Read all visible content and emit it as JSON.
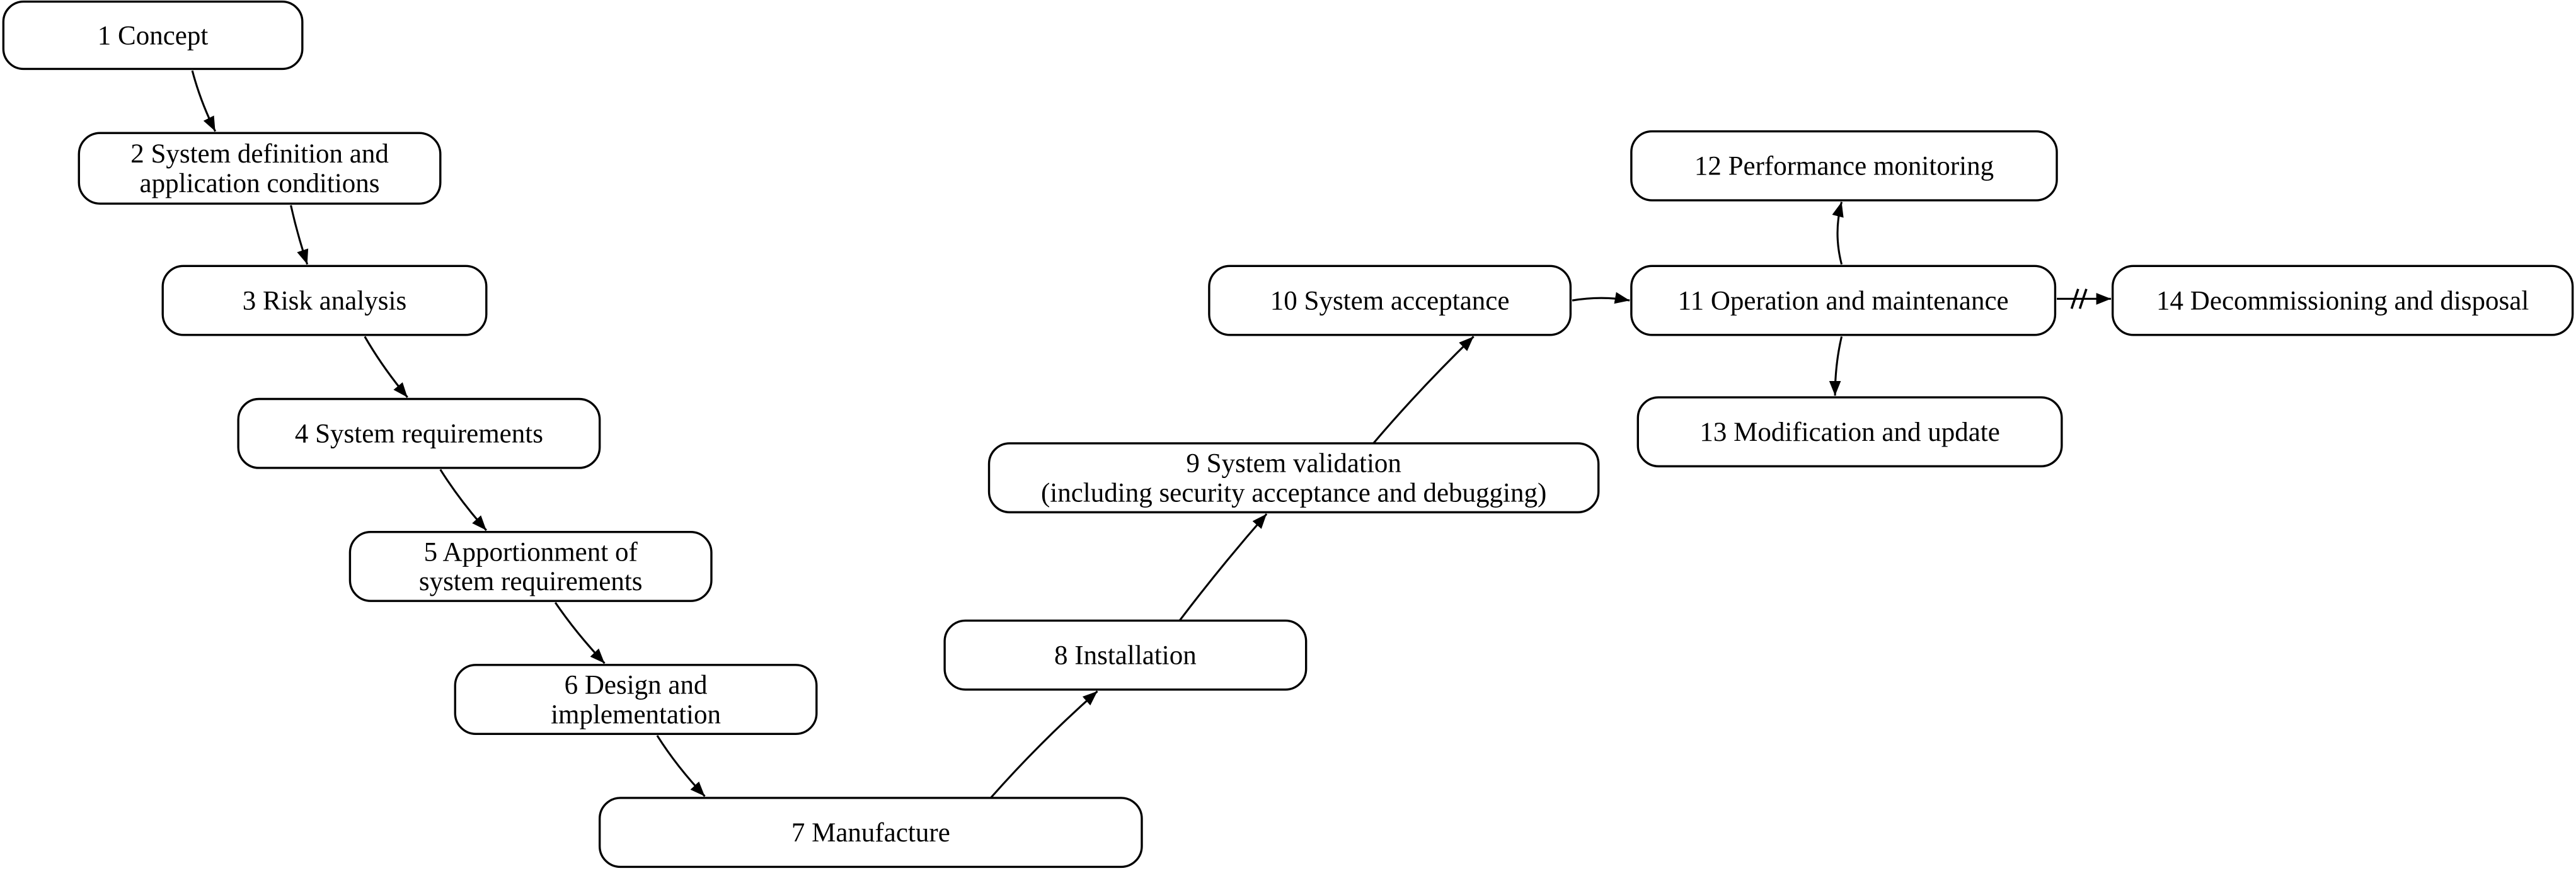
{
  "diagram": {
    "nodes": [
      {
        "id": "1",
        "lines": [
          "1 Concept"
        ]
      },
      {
        "id": "2",
        "lines": [
          "2 System definition and",
          "application conditions"
        ]
      },
      {
        "id": "3",
        "lines": [
          "3 Risk analysis"
        ]
      },
      {
        "id": "4",
        "lines": [
          "4 System requirements"
        ]
      },
      {
        "id": "5",
        "lines": [
          "5 Apportionment of",
          "system requirements"
        ]
      },
      {
        "id": "6",
        "lines": [
          "6 Design and",
          "implementation"
        ]
      },
      {
        "id": "7",
        "lines": [
          "7 Manufacture"
        ]
      },
      {
        "id": "8",
        "lines": [
          "8 Installation"
        ]
      },
      {
        "id": "9",
        "lines": [
          "9 System validation",
          "(including security acceptance and debugging)"
        ]
      },
      {
        "id": "10",
        "lines": [
          "10 System acceptance"
        ]
      },
      {
        "id": "11",
        "lines": [
          "11 Operation and maintenance"
        ]
      },
      {
        "id": "12",
        "lines": [
          "12 Performance monitoring"
        ]
      },
      {
        "id": "13",
        "lines": [
          "13 Modification and update"
        ]
      },
      {
        "id": "14",
        "lines": [
          "14 Decommissioning and disposal"
        ]
      }
    ],
    "edges": [
      {
        "from": "1",
        "to": "2"
      },
      {
        "from": "2",
        "to": "3"
      },
      {
        "from": "3",
        "to": "4"
      },
      {
        "from": "4",
        "to": "5"
      },
      {
        "from": "5",
        "to": "6"
      },
      {
        "from": "6",
        "to": "7"
      },
      {
        "from": "7",
        "to": "8"
      },
      {
        "from": "8",
        "to": "9"
      },
      {
        "from": "9",
        "to": "10"
      },
      {
        "from": "10",
        "to": "11"
      },
      {
        "from": "11",
        "to": "12"
      },
      {
        "from": "11",
        "to": "13"
      },
      {
        "from": "11",
        "to": "14",
        "style": "break"
      }
    ]
  }
}
